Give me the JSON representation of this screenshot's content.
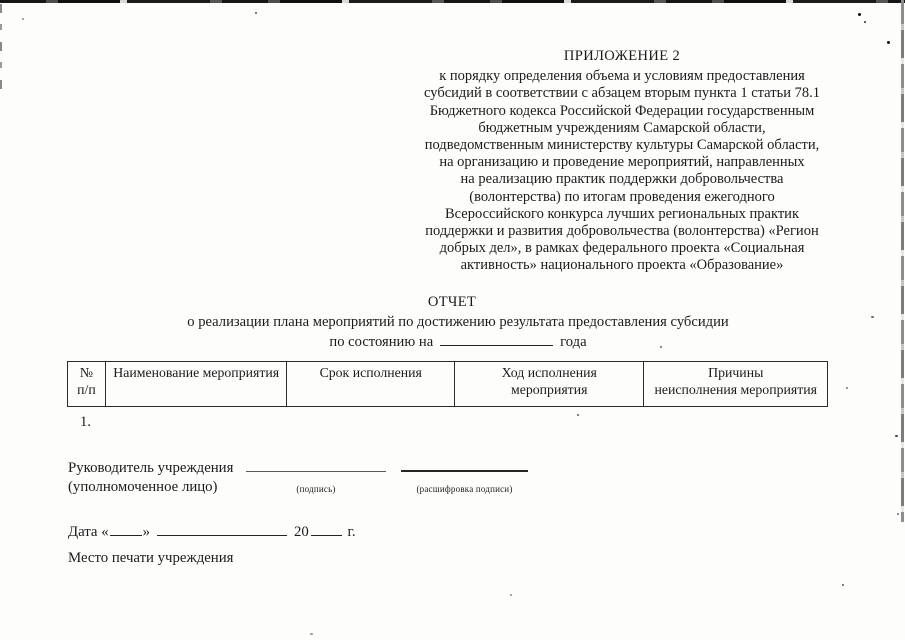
{
  "colors": {
    "paper": "#fdfdfc",
    "ink": "#1b1b1b",
    "table_border": "#2b2b2b",
    "scan_edge_gray": "#8d8d8d"
  },
  "document": {
    "appendix": {
      "heading": "ПРИЛОЖЕНИЕ 2",
      "lines": [
        "к порядку определения объема и условиям предоставления",
        "субсидий в соответствии с абзацем вторым пункта 1 статьи 78.1",
        "Бюджетного кодекса Российской Федерации государственным",
        "бюджетным учреждениям Самарской области,",
        "подведомственным министерству культуры Самарской области,",
        "на организацию и проведение мероприятий, направленных",
        "на реализацию практик поддержки добровольчества",
        "(волонтерства) по итогам проведения ежегодного",
        "Всероссийского конкурса лучших региональных практик",
        "поддержки и развития добровольчества (волонтерства) «Регион",
        "добрых дел», в рамках федерального проекта «Социальная",
        "активность» национального проекта «Образование»"
      ]
    },
    "report": {
      "title": "ОТЧЕТ",
      "subtitle": "о реализации плана мероприятий по достижению результата предоставления субсидии",
      "as_of_prefix": "по состоянию на",
      "as_of_suffix": "года"
    },
    "table": {
      "columns": [
        "№\nп/п",
        "Наименование мероприятия",
        "Срок исполнения",
        "Ход исполнения\nмероприятия",
        "Причины\nнеисполнения мероприятия"
      ],
      "rows": [
        {
          "number": "1."
        }
      ]
    },
    "signature": {
      "label_line1": "Руководитель учреждения",
      "label_line2": "(уполномоченное лицо)",
      "signature_caption": "(подпись)",
      "transcript_caption": "(расшифровка подписи)"
    },
    "date": {
      "label": "Дата",
      "open_quote": "«",
      "close_quote": "»",
      "century": "20",
      "year_suffix": "г."
    },
    "stamp_note": "Место печати учреждения"
  }
}
